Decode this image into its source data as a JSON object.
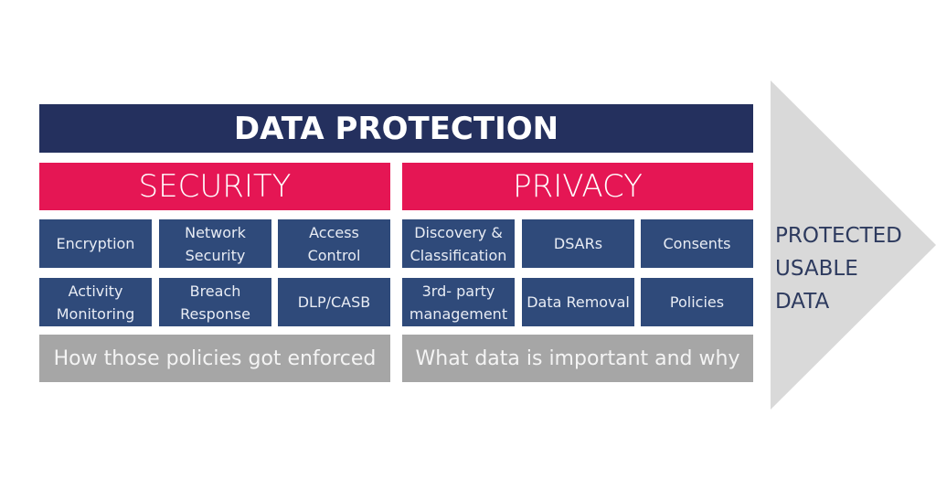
{
  "title": "DATA PROTECTION",
  "security": {
    "label": "SECURITY",
    "items": [
      "Encryption",
      "Network Security",
      "Access Control",
      "Activity Monitoring",
      "Breach Response",
      "DLP/CASB"
    ],
    "note": "How those policies got enforced"
  },
  "privacy": {
    "label": "PRIVACY",
    "items": [
      "Discovery & Classification",
      "DSARs",
      "Consents",
      "3rd- party management",
      "Data Removal",
      "Policies"
    ],
    "note": "What data is important and why"
  },
  "outcome": [
    "PROTECTED",
    "USABLE",
    "DATA"
  ],
  "colors": {
    "navy": "#24305e",
    "pink": "#e51654",
    "box": "#2f4a7a",
    "grey": "#a6a6a6",
    "arrow": "#d9d9d9"
  }
}
